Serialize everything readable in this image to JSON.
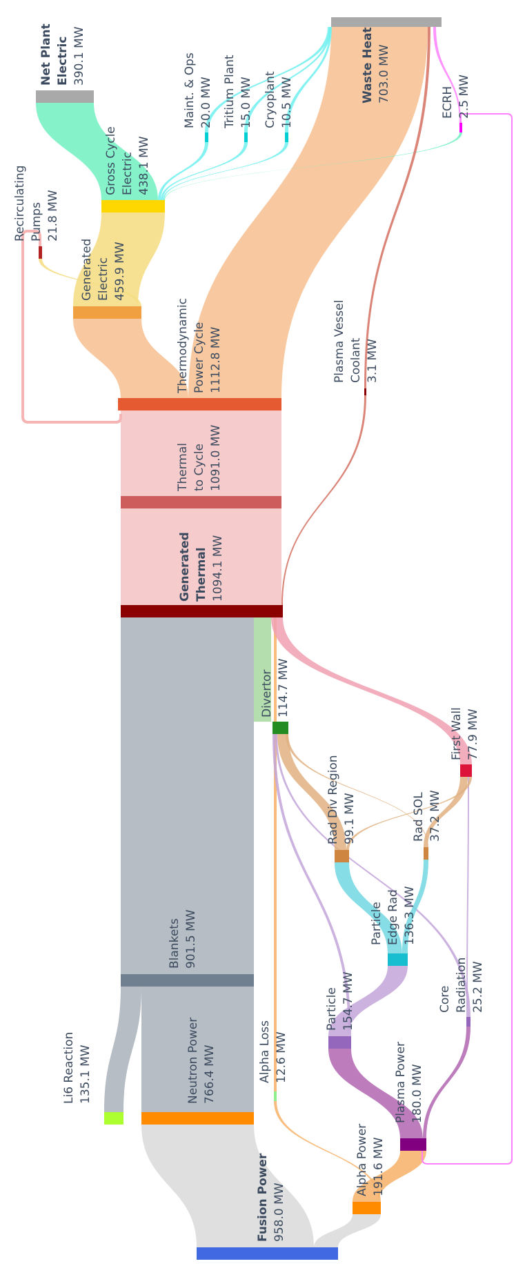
{
  "diagram": {
    "type": "sankey",
    "nodes": [
      {
        "id": "fusion",
        "name": "Fusion Power",
        "value": "958.0 MW",
        "bold": true,
        "color": "#4169e1"
      },
      {
        "id": "neutron",
        "name": "Neutron Power",
        "value": "766.4 MW",
        "bold": false,
        "color": "#ff8c00"
      },
      {
        "id": "li6",
        "name": "Li6 Reaction",
        "value": "135.1 MW",
        "bold": false,
        "color": "#adff2f"
      },
      {
        "id": "blankets",
        "name": "Blankets",
        "value": "901.5 MW",
        "bold": false,
        "color": "#708090"
      },
      {
        "id": "alpha",
        "name": "Alpha Power",
        "value": "191.6 MW",
        "bold": false,
        "color": "#ff8c00"
      },
      {
        "id": "alphaloss",
        "name": "Alpha Loss",
        "value": "12.6 MW",
        "bold": false,
        "color": "#90ee90"
      },
      {
        "id": "plasma",
        "name": "Plasma Power",
        "value": "180.0 MW",
        "bold": false,
        "color": "#800080"
      },
      {
        "id": "particle",
        "name": "Particle",
        "value": "154.7 MW",
        "bold": false,
        "color": "#9467bd"
      },
      {
        "id": "coreRad",
        "name": "Core Radiation",
        "value": "25.2 MW",
        "bold": false,
        "color": "#9467bd"
      },
      {
        "id": "edgeRad",
        "name": "Particle Edge Rad",
        "value": "136.3 MW",
        "bold": false,
        "color": "#17becf"
      },
      {
        "id": "radDiv",
        "name": "Rad Div Region",
        "value": "99.1 MW",
        "bold": false,
        "color": "#cd853f"
      },
      {
        "id": "radSol",
        "name": "Rad SOL",
        "value": "37.2 MW",
        "bold": false,
        "color": "#cd853f"
      },
      {
        "id": "divertor",
        "name": "Divertor",
        "value": "114.7 MW",
        "bold": false,
        "color": "#228b22"
      },
      {
        "id": "firstWall",
        "name": "First Wall",
        "value": "77.9 MW",
        "bold": false,
        "color": "#dc143c"
      },
      {
        "id": "genThermal",
        "name": "Generated Thermal",
        "value": "1094.1 MW",
        "bold": true,
        "color": "#8b0000"
      },
      {
        "id": "thermCycle",
        "name": "Thermal to Cycle",
        "value": "1091.0 MW",
        "bold": false,
        "color": "#cd5c5c"
      },
      {
        "id": "thermo",
        "name": "Thermodynamic Power Cycle",
        "value": "1112.8 MW",
        "bold": false,
        "color": "#e65a32"
      },
      {
        "id": "pvCoolant",
        "name": "Plasma Vessel Coolant",
        "value": "3.1 MW",
        "bold": false,
        "color": "#8b0000"
      },
      {
        "id": "genElec",
        "name": "Generated Electric",
        "value": "459.9 MW",
        "bold": false,
        "color": "#f0a040"
      },
      {
        "id": "recirc",
        "name": "Recirculating Pumps",
        "value": "21.8 MW",
        "bold": false,
        "color": "#b22222"
      },
      {
        "id": "gross",
        "name": "Gross Cycle Electric",
        "value": "438.1 MW",
        "bold": false,
        "color": "#ffd700"
      },
      {
        "id": "net",
        "name": "Net Plant Electric",
        "value": "390.1 MW",
        "bold": true,
        "color": "#a9a9a9"
      },
      {
        "id": "maint",
        "name": "Maint. & Ops",
        "value": "20.0 MW",
        "bold": false,
        "color": "#00ced1"
      },
      {
        "id": "tritium",
        "name": "Tritium Plant",
        "value": "15.0 MW",
        "bold": false,
        "color": "#00ced1"
      },
      {
        "id": "cryo",
        "name": "Cryoplant",
        "value": "10.5 MW",
        "bold": false,
        "color": "#00ced1"
      },
      {
        "id": "ecrh",
        "name": "ECRH",
        "value": "2.5 MW",
        "bold": false,
        "color": "#ff00ff"
      },
      {
        "id": "waste",
        "name": "Waste Heat",
        "value": "703.0 MW",
        "bold": true,
        "color": "#a9a9a9"
      }
    ],
    "labels": {
      "fusion": [
        "Fusion Power",
        "958.0 MW"
      ],
      "neutron": [
        "Neutron Power",
        "766.4 MW"
      ],
      "li6": [
        "Li6 Reaction",
        "135.1 MW"
      ],
      "blankets": [
        "Blankets",
        "901.5 MW"
      ],
      "alpha": [
        "Alpha Power",
        "191.6 MW"
      ],
      "alphaloss": [
        "Alpha Loss",
        "12.6 MW"
      ],
      "plasma": [
        "Plasma Power",
        "180.0 MW"
      ],
      "particle": [
        "Particle",
        "154.7 MW"
      ],
      "coreRad": [
        "Core",
        "Radiation",
        "25.2 MW"
      ],
      "edgeRad": [
        "Particle",
        "Edge Rad",
        "136.3 MW"
      ],
      "radDiv": [
        "Rad Div Region",
        "99.1 MW"
      ],
      "radSol": [
        "Rad SOL",
        "37.2 MW"
      ],
      "divertor": [
        "Divertor",
        "114.7 MW"
      ],
      "firstWall": [
        "First Wall",
        "77.9 MW"
      ],
      "genThermal": [
        "Generated",
        "Thermal",
        "1094.1 MW"
      ],
      "thermCycle": [
        "Thermal",
        "to Cycle",
        "1091.0 MW"
      ],
      "thermo": [
        "Thermodynamic",
        "Power Cycle",
        "1112.8 MW"
      ],
      "pvCoolant": [
        "Plasma Vessel",
        "Coolant",
        "3.1 MW"
      ],
      "genElec": [
        "Generated",
        "Electric",
        "459.9 MW"
      ],
      "recirc": [
        "Recirculating",
        "Pumps",
        "21.8 MW"
      ],
      "gross": [
        "Gross Cycle",
        "Electric",
        "438.1 MW"
      ],
      "net": [
        "Net Plant",
        "Electric",
        "390.1 MW"
      ],
      "maint": [
        "Maint. & Ops",
        "20.0 MW"
      ],
      "tritium": [
        "Tritium Plant",
        "15.0 MW"
      ],
      "cryo": [
        "Cryoplant",
        "10.5 MW"
      ],
      "ecrh": [
        "ECRH",
        "2.5 MW"
      ],
      "waste": [
        "Waste Heat",
        "703.0 MW"
      ]
    },
    "links": [
      {
        "source": "fusion",
        "target": "neutron",
        "value": 766.4,
        "color": "#d9d9d9"
      },
      {
        "source": "fusion",
        "target": "alpha",
        "value": 191.6,
        "color": "#d9d9d9"
      },
      {
        "source": "neutron",
        "target": "blankets",
        "value": 766.4,
        "color": "#a9b1ba"
      },
      {
        "source": "li6",
        "target": "blankets",
        "value": 135.1,
        "color": "#a9b1ba"
      },
      {
        "source": "blankets",
        "target": "genThermal",
        "value": 901.5,
        "color": "#a9b1ba"
      },
      {
        "source": "alpha",
        "target": "plasma",
        "value": 179.0,
        "color": "#f7b267"
      },
      {
        "source": "alpha",
        "target": "alphaloss",
        "value": 12.6,
        "color": "#f7b267"
      },
      {
        "source": "alphaloss",
        "target": "genThermal",
        "value": 12.6,
        "color": "#f7b267"
      },
      {
        "source": "plasma",
        "target": "particle",
        "value": 154.7,
        "color": "#b266b2"
      },
      {
        "source": "plasma",
        "target": "coreRad",
        "value": 25.2,
        "color": "#b266b2"
      },
      {
        "source": "particle",
        "target": "edgeRad",
        "value": 136.3,
        "color": "#c3a6d9"
      },
      {
        "source": "particle",
        "target": "divertor",
        "value": 18.4,
        "color": "#c3a6d9"
      },
      {
        "source": "coreRad",
        "target": "firstWall",
        "value": 10.0,
        "color": "#c3a6d9"
      },
      {
        "source": "coreRad",
        "target": "divertor",
        "value": 15.2,
        "color": "#c3a6d9"
      },
      {
        "source": "edgeRad",
        "target": "radDiv",
        "value": 99.1,
        "color": "#72d7e0"
      },
      {
        "source": "edgeRad",
        "target": "radSol",
        "value": 37.2,
        "color": "#72d7e0"
      },
      {
        "source": "radDiv",
        "target": "divertor",
        "value": 81.1,
        "color": "#e0b080"
      },
      {
        "source": "radDiv",
        "target": "firstWall",
        "value": 18.0,
        "color": "#e0b080"
      },
      {
        "source": "radSol",
        "target": "firstWall",
        "value": 33.2,
        "color": "#e0b080"
      },
      {
        "source": "radSol",
        "target": "divertor",
        "value": 4.0,
        "color": "#e0b080"
      },
      {
        "source": "divertor",
        "target": "genThermal",
        "value": 114.7,
        "color": "#a8d8a0"
      },
      {
        "source": "firstWall",
        "target": "genThermal",
        "value": 77.9,
        "color": "#f0a0b0"
      },
      {
        "source": "genThermal",
        "target": "thermCycle",
        "value": 1091.0,
        "color": "#f5c2c2"
      },
      {
        "source": "genThermal",
        "target": "pvCoolant",
        "value": 3.1,
        "color": "#d47060"
      },
      {
        "source": "thermCycle",
        "target": "thermo",
        "value": 1091.0,
        "color": "#f5c2c2"
      },
      {
        "source": "recirc",
        "target": "thermo",
        "value": 21.8,
        "color": "#f5b5b5"
      },
      {
        "source": "thermo",
        "target": "genElec",
        "value": 459.9,
        "color": "#f7c090"
      },
      {
        "source": "thermo",
        "target": "waste",
        "value": 652.9,
        "color": "#f7c090"
      },
      {
        "source": "genElec",
        "target": "gross",
        "value": 438.1,
        "color": "#f5dc80"
      },
      {
        "source": "genElec",
        "target": "recirc",
        "value": 21.8,
        "color": "#f5dc80"
      },
      {
        "source": "gross",
        "target": "net",
        "value": 390.1,
        "color": "#70f0c0"
      },
      {
        "source": "gross",
        "target": "maint",
        "value": 20.0,
        "color": "#70f0f0"
      },
      {
        "source": "gross",
        "target": "tritium",
        "value": 15.0,
        "color": "#70f0f0"
      },
      {
        "source": "gross",
        "target": "cryo",
        "value": 10.5,
        "color": "#70f0f0"
      },
      {
        "source": "gross",
        "target": "ecrh",
        "value": 2.5,
        "color": "#70f0c0"
      },
      {
        "source": "maint",
        "target": "waste",
        "value": 20.0,
        "color": "#70f0f0"
      },
      {
        "source": "tritium",
        "target": "waste",
        "value": 15.0,
        "color": "#70f0f0"
      },
      {
        "source": "cryo",
        "target": "waste",
        "value": 10.5,
        "color": "#70f0f0"
      },
      {
        "source": "pvCoolant",
        "target": "waste",
        "value": 3.1,
        "color": "#d47060"
      },
      {
        "source": "ecrh",
        "target": "waste",
        "value": 1.5,
        "color": "#ff80ff"
      },
      {
        "source": "ecrh",
        "target": "plasma",
        "value": 1.0,
        "color": "#ff80ff"
      }
    ]
  }
}
